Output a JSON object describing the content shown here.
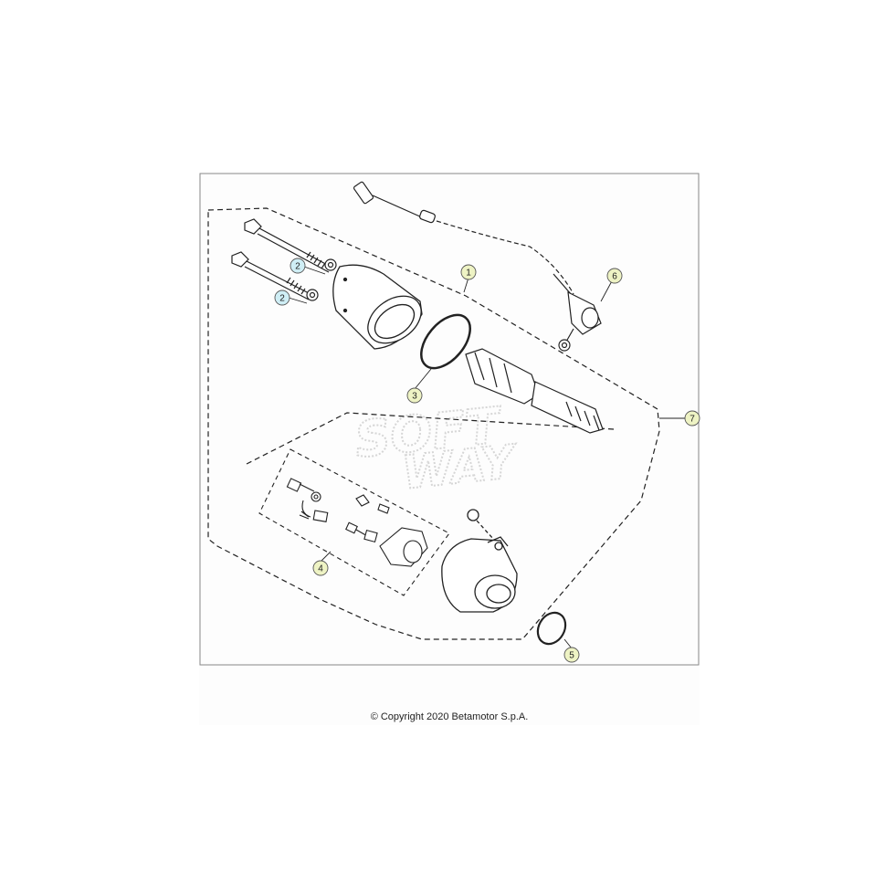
{
  "diagram": {
    "watermark": [
      "SOFT",
      "WAY"
    ],
    "copyright": "© Copyright 2020 Betamotor S.p.A.",
    "callouts": [
      {
        "id": "1",
        "label": "1",
        "color": "#eef3c4"
      },
      {
        "id": "2a",
        "label": "2",
        "color": "#cfeef5"
      },
      {
        "id": "2b",
        "label": "2",
        "color": "#cfeef5"
      },
      {
        "id": "3",
        "label": "3",
        "color": "#eef3c4"
      },
      {
        "id": "4",
        "label": "4",
        "color": "#eef3c4"
      },
      {
        "id": "5",
        "label": "5",
        "color": "#eef3c4"
      },
      {
        "id": "6",
        "label": "6",
        "color": "#eef3c4"
      },
      {
        "id": "7",
        "label": "7",
        "color": "#eef3c4"
      }
    ]
  }
}
